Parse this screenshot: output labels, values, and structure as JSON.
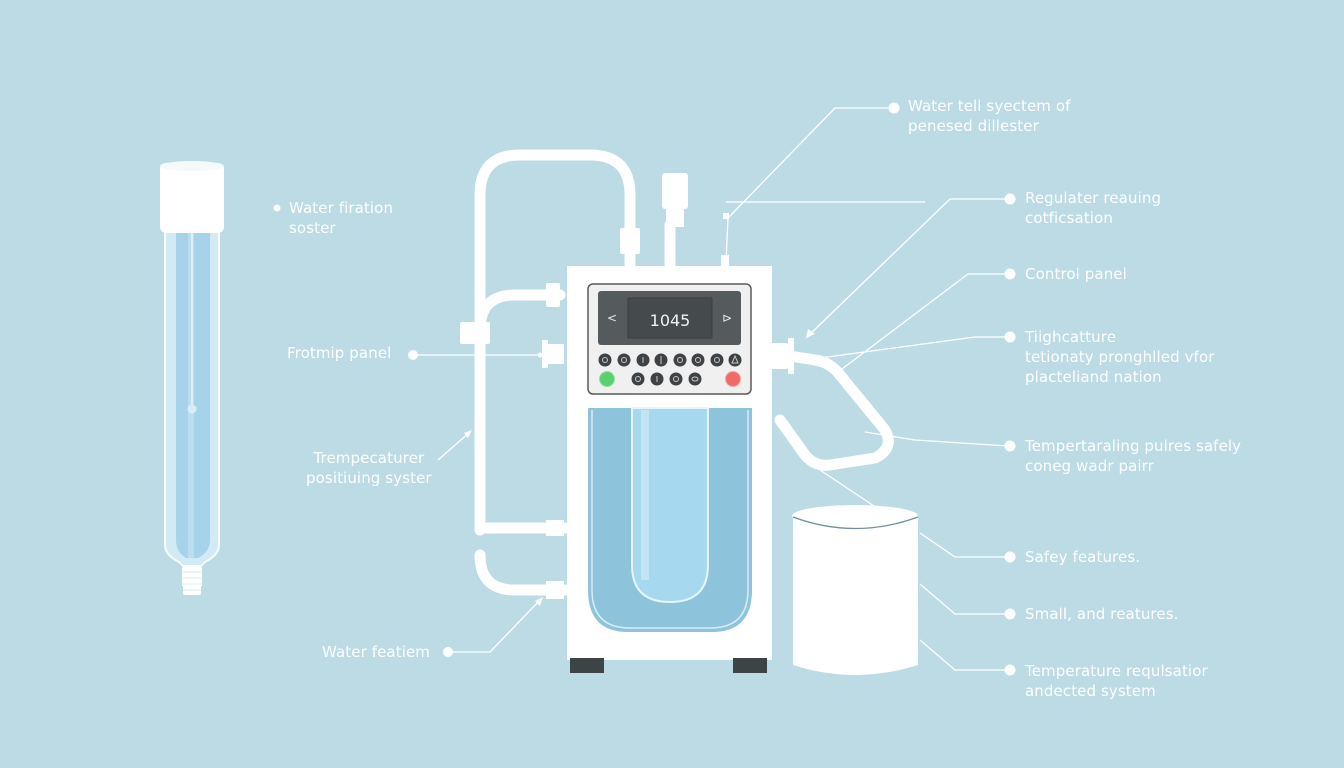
{
  "diagram": {
    "background_color": "#bcdbe4",
    "accent_white": "#ffffff",
    "water_color": "#8ec3dc",
    "device": {
      "display_value": "1045",
      "display_left_symbol": "<",
      "display_right_symbol": "⊳",
      "start_button_color": "#5bcf72",
      "stop_button_color": "#f06a6a",
      "keypad_row1_count": 8,
      "keypad_row2_count": 5
    },
    "left_labels": [
      {
        "id": "water-filtration",
        "lines": [
          "Water firation",
          "soster"
        ]
      },
      {
        "id": "frotmip-panel",
        "lines": [
          "Frotmip panel"
        ]
      },
      {
        "id": "temperature-positioning",
        "lines": [
          "Trempecaturer",
          "positiuing syster"
        ]
      },
      {
        "id": "water-featiem",
        "lines": [
          "Water featiem"
        ]
      }
    ],
    "right_labels": [
      {
        "id": "water-tell-system",
        "lines": [
          "Water tell syectem of",
          "penesed dillester"
        ]
      },
      {
        "id": "regulater-reauing",
        "lines": [
          "Regulater reauing",
          "cotficsation"
        ]
      },
      {
        "id": "control-panel",
        "lines": [
          "Control panel"
        ]
      },
      {
        "id": "tighcatture",
        "lines": [
          "Tiighcatture",
          "tetionaty pronghlled vfor",
          "placteliand nation"
        ]
      },
      {
        "id": "tempertaraing-pulres",
        "lines": [
          "Tempertaraling pulres safely",
          "coneg wadr pairr"
        ]
      },
      {
        "id": "safey-features",
        "lines": [
          "Safey features."
        ]
      },
      {
        "id": "small-and-reatures",
        "lines": [
          "Small, and reatures."
        ]
      },
      {
        "id": "temperature-requlsation",
        "lines": [
          "Temperature requlsatior",
          "andected system"
        ]
      }
    ]
  }
}
